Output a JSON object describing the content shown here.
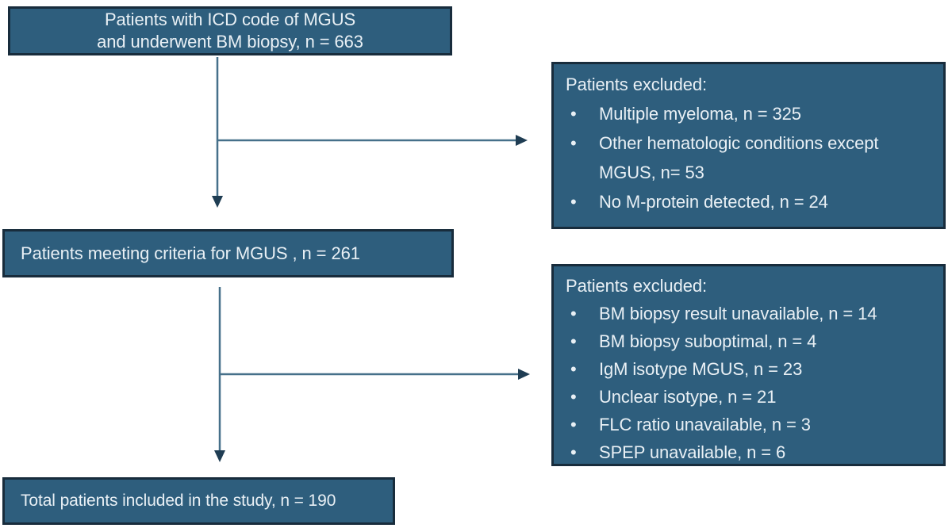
{
  "colors": {
    "box_fill": "#2e5e7d",
    "box_border": "#182c3c",
    "box_text": "#e9f0f5",
    "arrow_line": "#46708a",
    "arrow_head": "#1f3d53",
    "page_bg": "#ffffff"
  },
  "flowchart": {
    "top_box": {
      "line1": "Patients with ICD code of MGUS",
      "line2": "and underwent BM biopsy, n = 663"
    },
    "exclusion_box_1": {
      "title": "Patients excluded:",
      "bullet": "•",
      "items": [
        "Multiple myeloma, n = 325",
        "Other hematologic conditions except MGUS, n= 53",
        "No M-protein detected, n = 24"
      ]
    },
    "middle_box": {
      "label": "Patients meeting criteria for MGUS , n = 261"
    },
    "exclusion_box_2": {
      "title": "Patients excluded:",
      "bullet": "•",
      "items": [
        "BM biopsy result unavailable, n = 14",
        "BM biopsy suboptimal, n = 4",
        "IgM isotype MGUS, n = 23",
        "Unclear isotype, n = 21",
        "FLC ratio unavailable, n = 3",
        "SPEP unavailable, n = 6"
      ]
    },
    "bottom_box": {
      "label": "Total patients included in the study, n = 190"
    }
  }
}
